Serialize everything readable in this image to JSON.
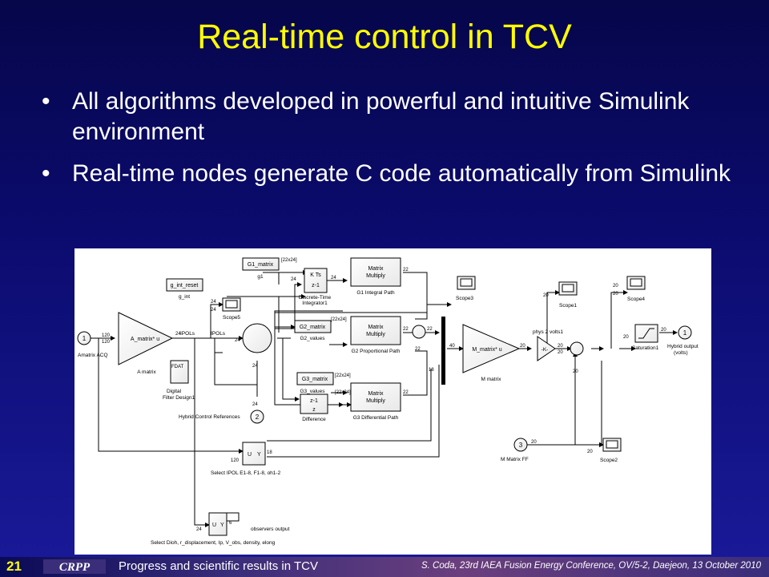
{
  "slide": {
    "title": "Real-time control in TCV",
    "bullets": [
      "All algorithms developed in powerful and intuitive Simulink environment",
      "Real-time nodes generate C code automatically from Simulink"
    ],
    "bullet_glyph": "•"
  },
  "diagram": {
    "blocks": {
      "g1_matrix": "G1_matrix",
      "g1": "g1",
      "g_int_reset": "g_int_reset",
      "g_int": "g_int",
      "kts": "K Ts",
      "z_minus_1": "z-1",
      "discrete_time": "Discrete-Time",
      "integrator1": "Integrator1",
      "matrix_multiply": "Matrix",
      "multiply": "Multiply",
      "g1_integral_path": "G1 Integral Path",
      "g2_matrix": "G2_matrix",
      "g2_values": "G2_values",
      "g2_proportional_path": "G2 Proportional Path",
      "g3_matrix": "G3_matrix",
      "g3_values": "G3_values",
      "z": "z",
      "difference": "Difference",
      "g3_differential_path": "G3 Differential Path",
      "amatrix_acq": "Amatrix ACQ",
      "a_matrix_u": "A_matrix* u",
      "a_matrix": "A matrix",
      "ipols": "IPOLs",
      "fdat": "FDAT",
      "digital": "Digital",
      "filter_design1": "Filter Design1",
      "scope5": "Scope5",
      "scope3": "Scope3",
      "scope1": "Scope1",
      "scope4": "Scope4",
      "scope2": "Scope2",
      "hybrid_control_references": "Hybrid Control References",
      "m_matrix_u": "M_matrix* u",
      "m_matrix": "M matrix",
      "phys2volts": "phys 2 volts1",
      "gain_k": "-K-",
      "saturation1": "Saturation1",
      "hybrid_output": "Hybrid output",
      "volts": "(volts)",
      "m_matrix_ff": "M Matrix FF",
      "select_ipol": "Select IPOL E1-8, F1-8, oh1-2",
      "select_dioh": "Select Dioh, r_displacement, Ip, V_obs, density, elong",
      "observers_output": "observers output",
      "u": "U",
      "y": "Y",
      "port1": "1",
      "port2": "2",
      "port3": "3",
      "out1": "1"
    },
    "signals": {
      "s120": "120",
      "s24": "24",
      "s22": "22",
      "s40": "40",
      "s20": "20",
      "s18": "18",
      "s6": "6",
      "s22x24": "[22x24]"
    }
  },
  "footer": {
    "page_number": "21",
    "logo_text": "CRPP",
    "center": "Progress and scientific results in TCV",
    "right": "S. Coda, 23rd IAEA Fusion Energy Conference, OV/5-2, Daejeon, 13 October 2010"
  },
  "colors": {
    "title": "#ffff00",
    "text": "#ffffff",
    "background": "#0b0b6e",
    "diagram_bg": "#ffffff",
    "block_fill": "#ffffff"
  }
}
